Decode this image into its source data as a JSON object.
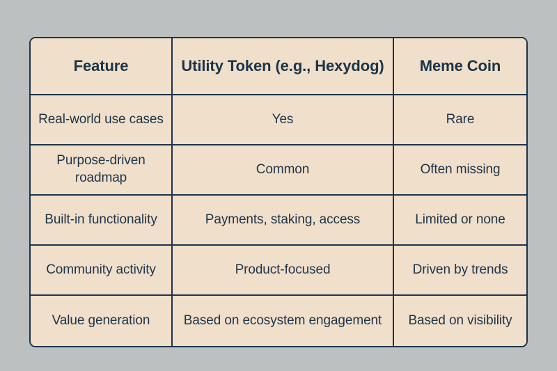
{
  "page": {
    "background_color": "#bcc0c0",
    "table_fill_color": "#f0dfca",
    "ink_color": "#1d3448"
  },
  "table": {
    "columns": [
      "Feature",
      "Utility Token (e.g., Hexydog)",
      "Meme Coin"
    ],
    "rows": [
      {
        "feature": "Real-world use cases",
        "utility_token": "Yes",
        "meme_coin": "Rare"
      },
      {
        "feature": "Purpose-driven roadmap",
        "utility_token": "Common",
        "meme_coin": "Often missing"
      },
      {
        "feature": "Built-in functionality",
        "utility_token": "Payments, staking, access",
        "meme_coin": "Limited or none"
      },
      {
        "feature": "Community activity",
        "utility_token": "Product-focused",
        "meme_coin": "Driven by trends"
      },
      {
        "feature": "Value generation",
        "utility_token": "Based on ecosystem engagement",
        "meme_coin": "Based on visibility"
      }
    ]
  }
}
